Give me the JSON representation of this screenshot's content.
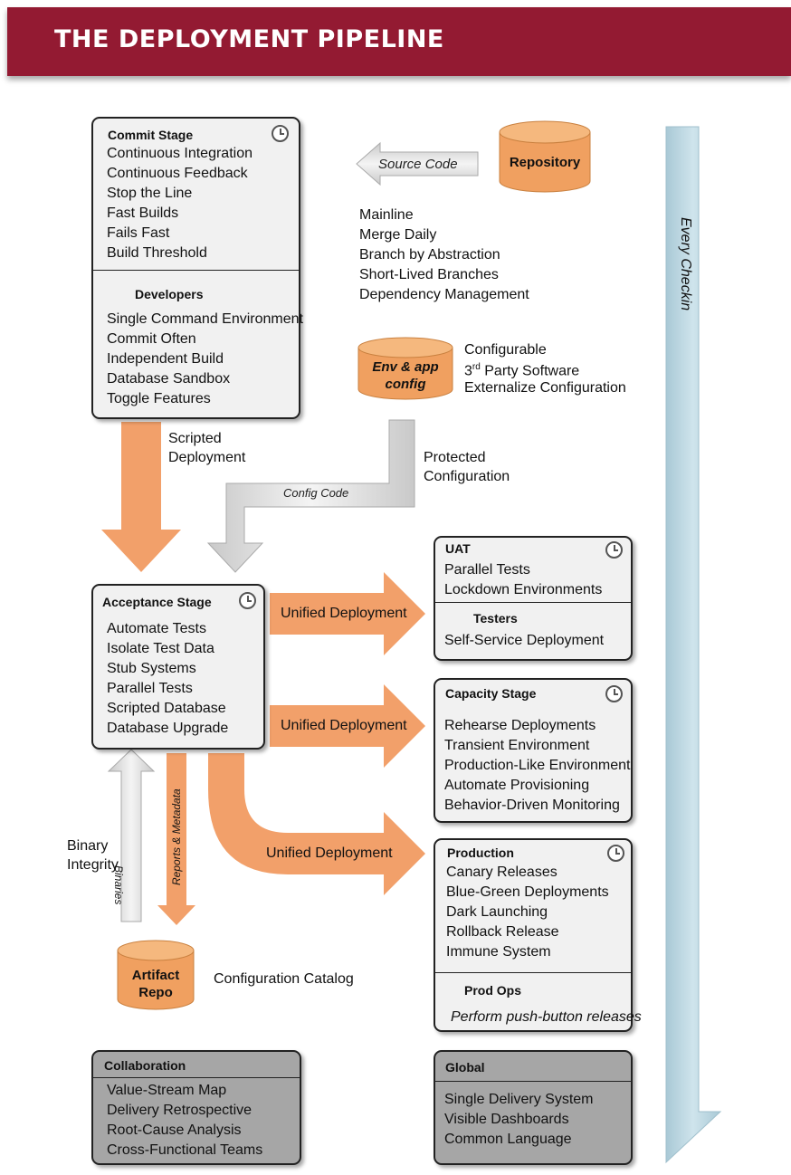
{
  "header": {
    "title": "THE DEPLOYMENT PIPELINE"
  },
  "commit_stage": {
    "title": "Commit Stage",
    "items": [
      "Continuous Integration",
      "Continuous Feedback",
      "Stop the Line",
      "Fast Builds",
      "Fails Fast",
      "Build Threshold"
    ],
    "developers_title": "Developers",
    "developers_items": [
      "Single Command Environment",
      "Commit Often",
      "Independent Build",
      "Database Sandbox",
      "Toggle Features"
    ]
  },
  "repository": {
    "label": "Repository",
    "arrow_label": "Source Code",
    "practices": [
      "Mainline",
      "Merge Daily",
      "Branch by Abstraction",
      "Short-Lived Branches",
      "Dependency Management"
    ]
  },
  "env_config": {
    "label_line1": "Env & app",
    "label_line2": "config",
    "notes": [
      "Configurable",
      "3",
      "rd",
      " Party Software",
      "Externalize Configuration"
    ]
  },
  "flows": {
    "scripted_line1": "Scripted",
    "scripted_line2": "Deployment",
    "protected_line1": "Protected",
    "protected_line2": "Configuration",
    "config_code": "Config Code",
    "unified_1": "Unified Deployment",
    "unified_2": "Unified Deployment",
    "unified_3": "Unified Deployment",
    "binaries": "Binaries",
    "reports": "Reports & Metadata",
    "binary_integrity_line1": "Binary",
    "binary_integrity_line2": "Integrity",
    "every_checkin": "Every Checkin"
  },
  "acceptance_stage": {
    "title": "Acceptance Stage",
    "items": [
      "Automate Tests",
      "Isolate Test Data",
      "Stub Systems",
      "Parallel Tests",
      "Scripted Database",
      "Database Upgrade"
    ]
  },
  "uat": {
    "title": "UAT",
    "items": [
      "Parallel Tests",
      "Lockdown Environments"
    ],
    "testers_title": "Testers",
    "testers_items": [
      "Self-Service Deployment"
    ]
  },
  "capacity_stage": {
    "title": "Capacity Stage",
    "items": [
      "Rehearse Deployments",
      "Transient Environment",
      "Production-Like Environment",
      "Automate Provisioning",
      "Behavior-Driven Monitoring"
    ]
  },
  "production": {
    "title": "Production",
    "items": [
      "Canary Releases",
      "Blue-Green Deployments",
      "Dark Launching",
      "Rollback Release",
      "Immune System"
    ],
    "prod_ops_title": "Prod Ops",
    "prod_ops_note": "Perform push-button releases"
  },
  "artifact_repo": {
    "label_line1": "Artifact",
    "label_line2": "Repo",
    "note": "Configuration Catalog"
  },
  "collaboration": {
    "title": "Collaboration",
    "items": [
      "Value-Stream Map",
      "Delivery Retrospective",
      "Root-Cause Analysis",
      "Cross-Functional Teams"
    ]
  },
  "global": {
    "title": "Global",
    "items": [
      "Single Delivery System",
      "Visible Dashboards",
      "Common Language"
    ]
  },
  "colors": {
    "header": "#931a32",
    "orange": "#f2a06a",
    "cylinder": "#f0a060",
    "light_blue": "#bcd8e2",
    "gray_box": "#a6a6a6",
    "light_box": "#f1f1f1"
  }
}
